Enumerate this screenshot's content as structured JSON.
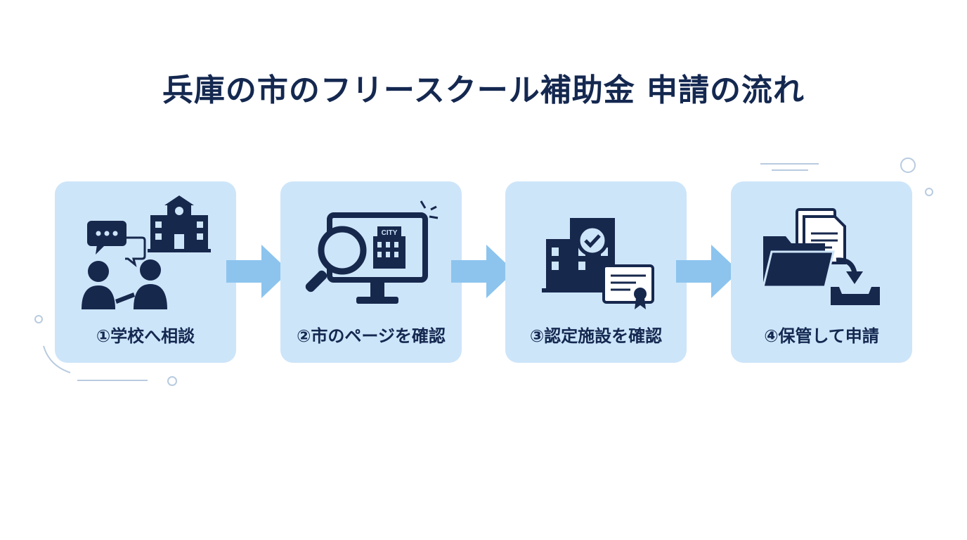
{
  "title": "兵庫の市のフリースクール補助金 申請の流れ",
  "steps": [
    {
      "label": "①学校へ相談",
      "icon": "consultation-school-icon"
    },
    {
      "label": "②市のページを確認",
      "icon": "city-webpage-search-icon",
      "screen_text": "CITY"
    },
    {
      "label": "③認定施設を確認",
      "icon": "certified-facility-icon"
    },
    {
      "label": "④保管して申請",
      "icon": "folder-document-storage-icon"
    }
  ],
  "colors": {
    "title": "#142850",
    "card": "#cde5f9",
    "icon": "#17284d",
    "arrow": "#8cc4ee"
  }
}
